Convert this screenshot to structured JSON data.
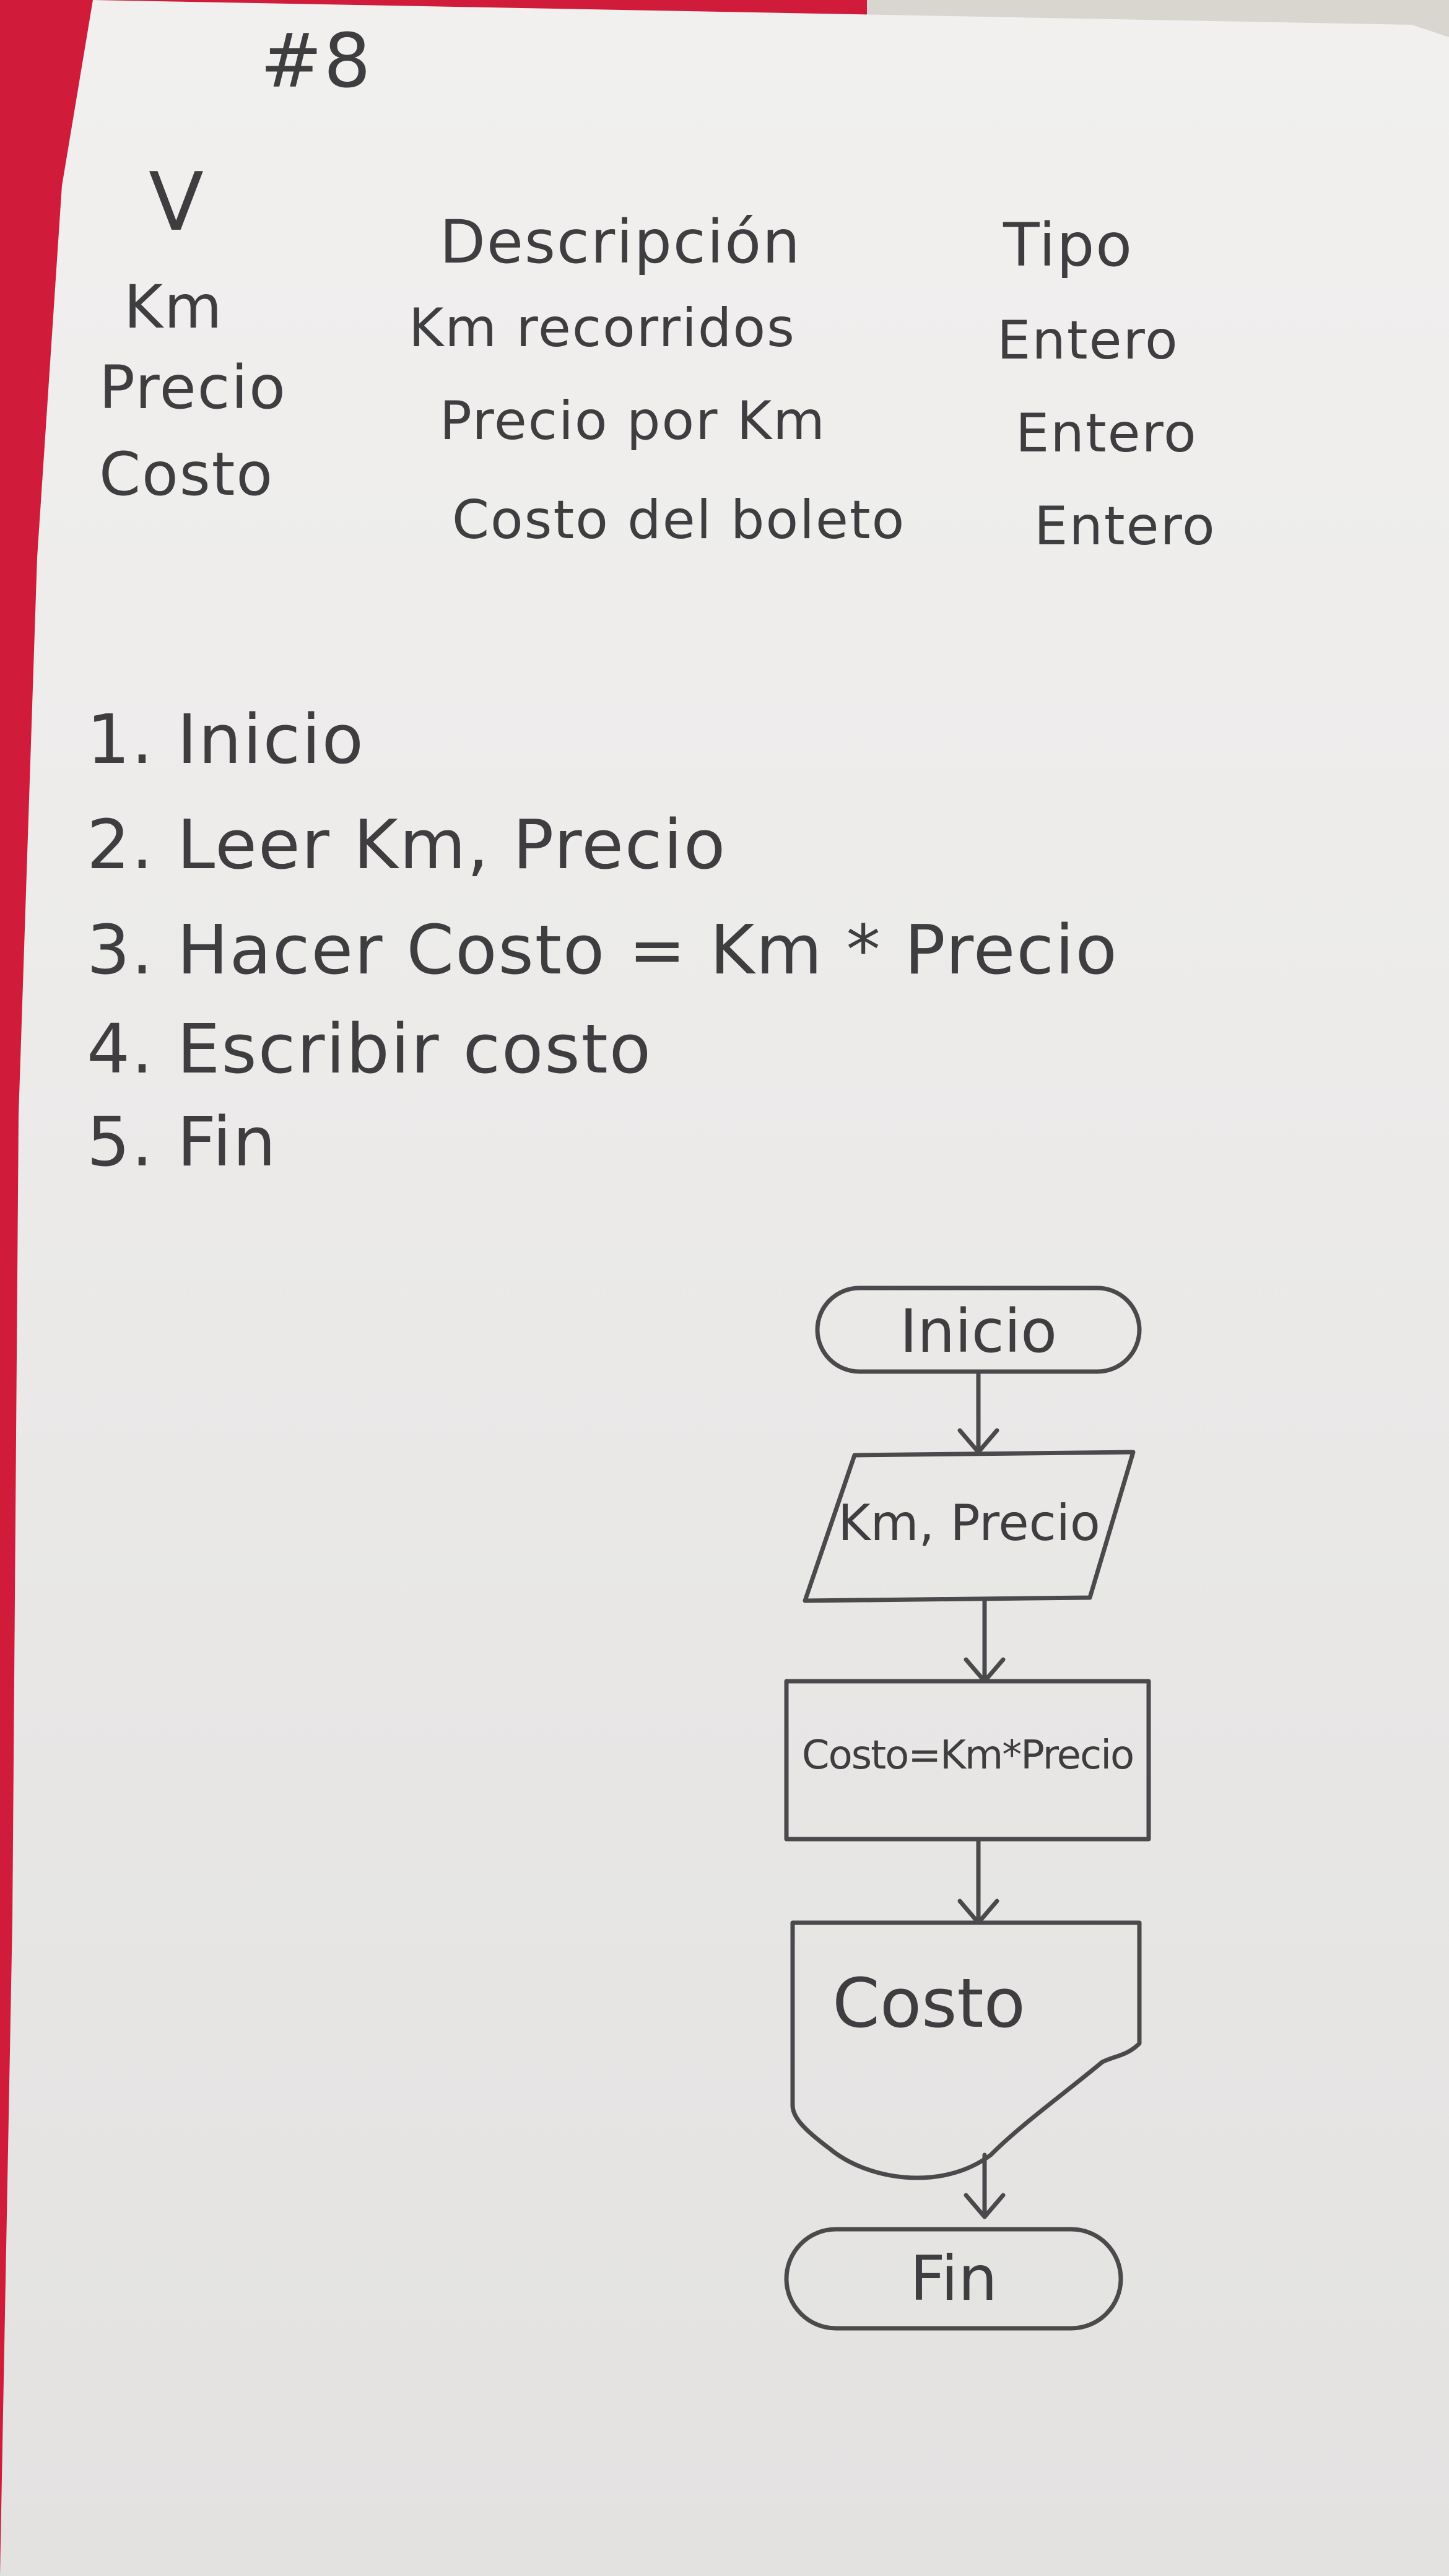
{
  "title": "#8",
  "variables_table": {
    "headers": [
      "V",
      "Descripción",
      "Tipo"
    ],
    "rows": [
      [
        "Km",
        "Km recorridos",
        "Entero"
      ],
      [
        "Precio",
        "Precio por Km",
        "Entero"
      ],
      [
        "Costo",
        "Costo del boleto",
        "Entero"
      ]
    ]
  },
  "algorithm_steps": [
    "1. Inicio",
    "2. Leer Km, Precio",
    "3. Hacer Costo = Km * Precio",
    "4. Escribir costo",
    "5. Fin"
  ],
  "flowchart": {
    "start": "Inicio",
    "input": "Km, Precio",
    "process": "Costo=Km*Precio",
    "output": "Costo",
    "end": "Fin"
  },
  "colors": {
    "background": "#d01c3a",
    "paper": "#ecebea",
    "pencil": "#3e3e40"
  }
}
